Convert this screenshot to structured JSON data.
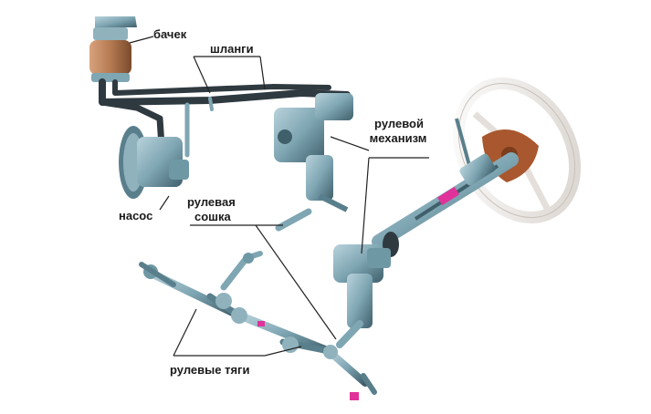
{
  "labels": {
    "tank": "бачек",
    "hoses": "шланги",
    "pump": "насос",
    "steering_gear_line1": "рулевой",
    "steering_gear_line2": "механизм",
    "pitman_arm_line1": "рулевая",
    "pitman_arm_line2": "сошка",
    "tie_rods": "рулевые тяги"
  },
  "colors": {
    "metal": "#7fa6b3",
    "metal_dark": "#3f5f6b",
    "hose": "#2f3a40",
    "tank": "#b57a52",
    "wheel": "#e9e4e0",
    "accent": "#e0329a",
    "leader": "#222222"
  }
}
